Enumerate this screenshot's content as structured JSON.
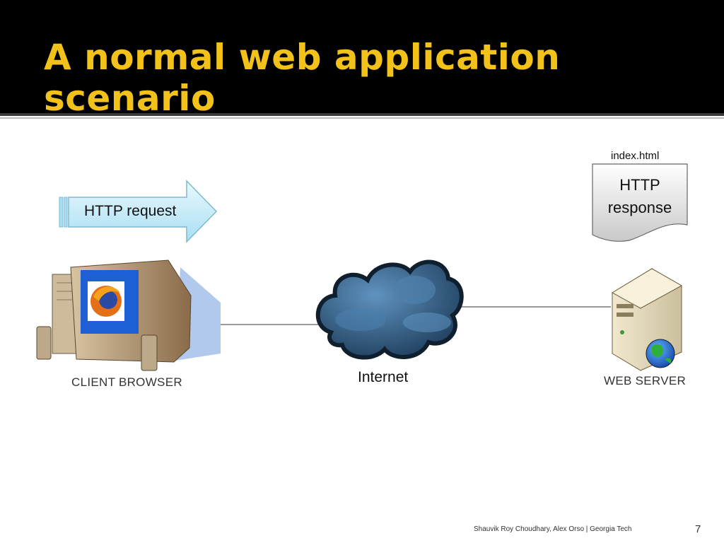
{
  "slide": {
    "title": "A normal web application scenario",
    "page_number": "7",
    "credit": "Shauvik Roy Choudhary, Alex Orso  |  Georgia Tech"
  },
  "diagram": {
    "client_label": "CLIENT BROWSER",
    "internet_label": "Internet",
    "server_label": "WEB SERVER",
    "request_label": "HTTP request",
    "response_label": "HTTP\nresponse",
    "file_label": "index.html"
  },
  "colors": {
    "title": "#f2c21b",
    "header_bg": "#000000",
    "arrow_fill": "#cdeffb",
    "cloud": "#2f5f8a"
  }
}
